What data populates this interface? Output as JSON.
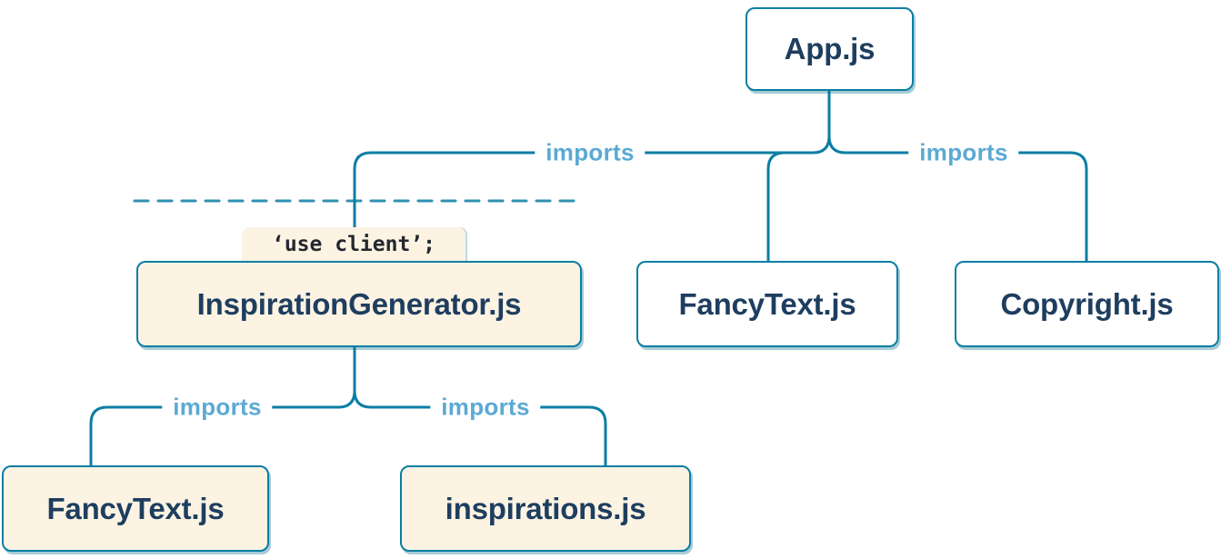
{
  "diagram": {
    "title": "module-import-tree",
    "colors": {
      "stroke": "#0a7ea4",
      "label_text": "#1e3e5f",
      "code_text": "#23272f",
      "edge_label": "#5ca9d4",
      "client_fill": "#fcf3e3",
      "server_fill": "#ffffff",
      "bg": "#ffffff"
    },
    "nodes": [
      {
        "id": "app",
        "label": "App.js",
        "type": "server"
      },
      {
        "id": "inspiration-generator",
        "label": "InspirationGenerator.js",
        "type": "client",
        "directive": "‘use client’;"
      },
      {
        "id": "fancy-text-top",
        "label": "FancyText.js",
        "type": "server"
      },
      {
        "id": "copyright",
        "label": "Copyright.js",
        "type": "server"
      },
      {
        "id": "fancy-text-bottom",
        "label": "FancyText.js",
        "type": "client"
      },
      {
        "id": "inspirations",
        "label": "inspirations.js",
        "type": "client"
      }
    ],
    "edges": [
      {
        "from": "App.js",
        "to": "InspirationGenerator.js",
        "label": "imports"
      },
      {
        "from": "App.js",
        "to": "FancyText.js",
        "label": ""
      },
      {
        "from": "App.js",
        "to": "Copyright.js",
        "label": "imports"
      },
      {
        "from": "InspirationGenerator.js",
        "to": "FancyText.js",
        "label": "imports"
      },
      {
        "from": "InspirationGenerator.js",
        "to": "inspirations.js",
        "label": "imports"
      }
    ],
    "boundary": {
      "style": "dashed",
      "meaning": "client-boundary"
    }
  }
}
